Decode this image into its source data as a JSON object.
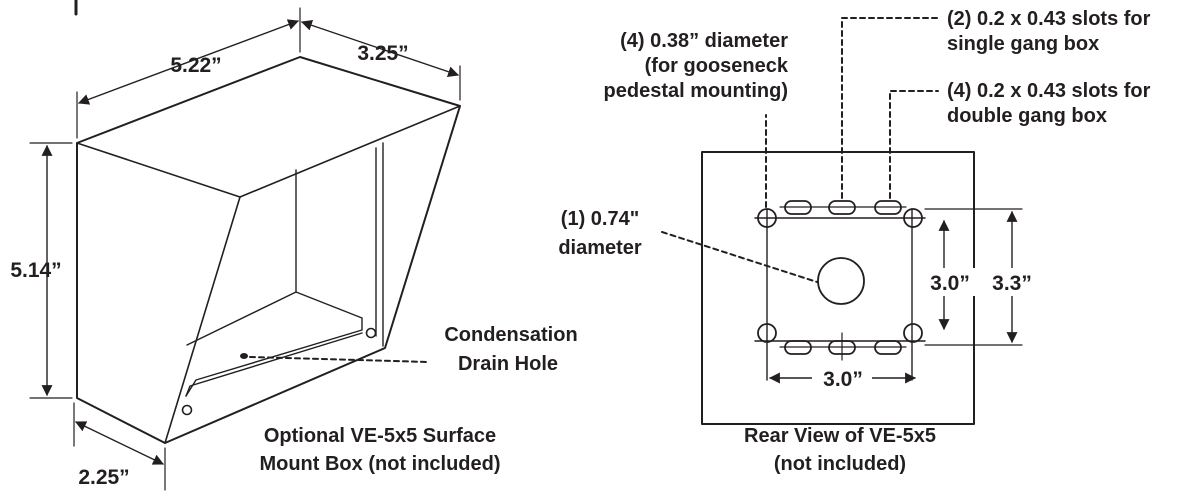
{
  "box": {
    "dim_width": "5.22”",
    "dim_depth": "3.25”",
    "dim_height": "5.14”",
    "dim_bottom_depth": "2.25”",
    "condensation_label": [
      "Condensation",
      "Drain Hole"
    ],
    "caption": [
      "Optional VE-5x5 Surface",
      "Mount Box (not included)"
    ]
  },
  "rear_view": {
    "slots_single_label": [
      "(2) 0.2 x 0.43 slots for",
      "single gang box"
    ],
    "gooseneck_label": [
      "(4) 0.38” diameter",
      "(for gooseneck",
      "pedestal mounting)"
    ],
    "slots_double_label": [
      "(4) 0.2 x 0.43 slots for",
      "double gang box"
    ],
    "center_hole_label": [
      "(1) 0.74\"",
      "diameter"
    ],
    "dim_inner_vertical": "3.0”",
    "dim_outer_vertical": "3.3”",
    "dim_horizontal": "3.0”",
    "caption": [
      "Rear View of VE-5x5",
      "(not included)"
    ]
  },
  "colors": {
    "ink": "#231f20",
    "background": "#ffffff"
  }
}
